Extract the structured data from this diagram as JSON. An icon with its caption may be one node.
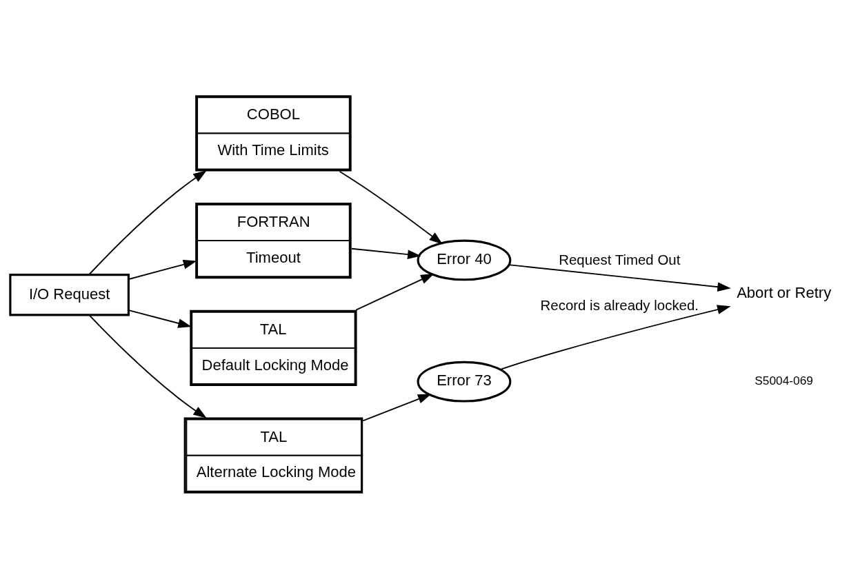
{
  "diagram": {
    "nodes": [
      {
        "text": [
          "I/O Request"
        ]
      },
      {
        "text": [
          "COBOL",
          "With Time Limits"
        ]
      },
      {
        "text": [
          "FORTRAN",
          "Timeout"
        ]
      },
      {
        "text": [
          "TAL",
          "Default Locking Mode"
        ]
      },
      {
        "text": [
          "TAL",
          "Alternate Locking Mode"
        ]
      },
      {
        "text": [
          "Error 40"
        ]
      },
      {
        "text": [
          "Error 73"
        ]
      },
      {
        "text": [
          "Abort or Retry"
        ]
      }
    ],
    "edges": [
      {
        "from": 0,
        "to": 1,
        "arrow": "to"
      },
      {
        "from": 0,
        "to": 2,
        "arrow": "to"
      },
      {
        "from": 0,
        "to": 3,
        "arrow": "to"
      },
      {
        "from": 0,
        "to": 4,
        "arrow": "to"
      },
      {
        "from": 1,
        "to": 5,
        "arrow": "to"
      },
      {
        "from": 2,
        "to": 5,
        "arrow": "to"
      },
      {
        "from": 3,
        "to": 5,
        "arrow": "to"
      },
      {
        "from": 4,
        "to": 6,
        "arrow": "to"
      },
      {
        "from": 5,
        "to": 7,
        "arrow": "to",
        "label": "Request Timed Out"
      },
      {
        "from": 6,
        "to": 7,
        "arrow": "to",
        "label": "Record is already locked."
      }
    ],
    "labels": [
      "S5004-069"
    ]
  }
}
